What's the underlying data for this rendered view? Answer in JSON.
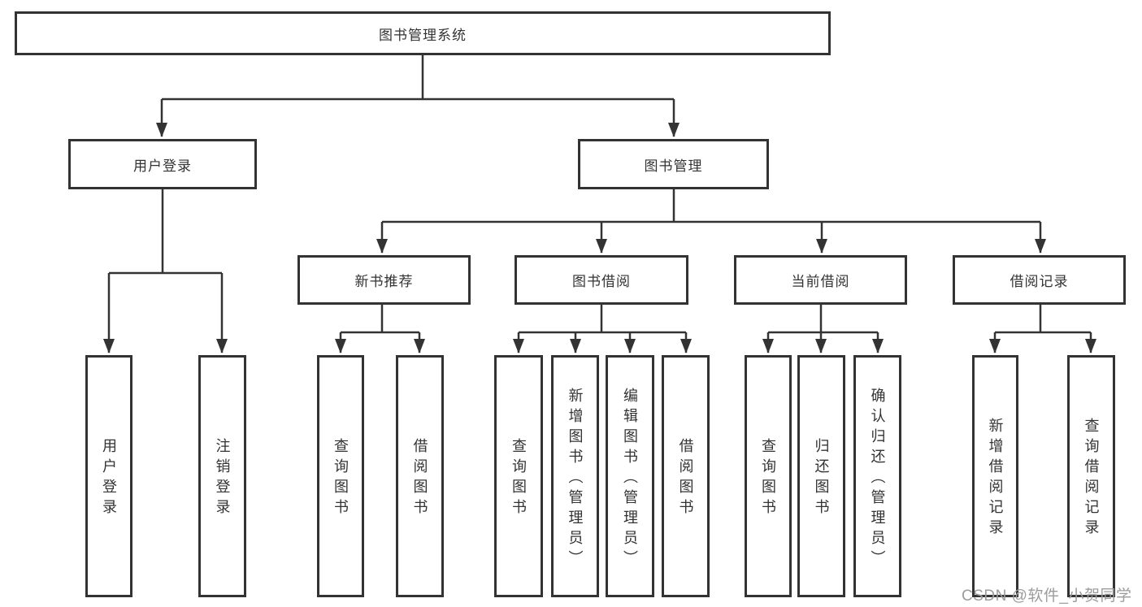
{
  "diagram": {
    "root": {
      "label": "图书管理系统",
      "children": [
        {
          "label": "用户登录",
          "children": [
            {
              "label": "用户登录"
            },
            {
              "label": "注销登录"
            }
          ]
        },
        {
          "label": "图书管理",
          "children": [
            {
              "label": "新书推荐",
              "children": [
                {
                  "label": "查询图书"
                },
                {
                  "label": "借阅图书"
                }
              ]
            },
            {
              "label": "图书借阅",
              "children": [
                {
                  "label": "查询图书"
                },
                {
                  "label": "新增图书（管理员）"
                },
                {
                  "label": "编辑图书（管理员）"
                },
                {
                  "label": "借阅图书"
                }
              ]
            },
            {
              "label": "当前借阅",
              "children": [
                {
                  "label": "查询图书"
                },
                {
                  "label": "归还图书"
                },
                {
                  "label": "确认归还（管理员）"
                }
              ]
            },
            {
              "label": "借阅记录",
              "children": [
                {
                  "label": "新增借阅记录"
                },
                {
                  "label": "查询借阅记录"
                }
              ]
            }
          ]
        }
      ]
    }
  },
  "watermark": {
    "text": "CSDN @软件_小贺同学"
  },
  "colors": {
    "line": "#333333",
    "border": "#333333",
    "text": "#333333",
    "background": "#ffffff",
    "watermark": "#9c9c9c"
  }
}
